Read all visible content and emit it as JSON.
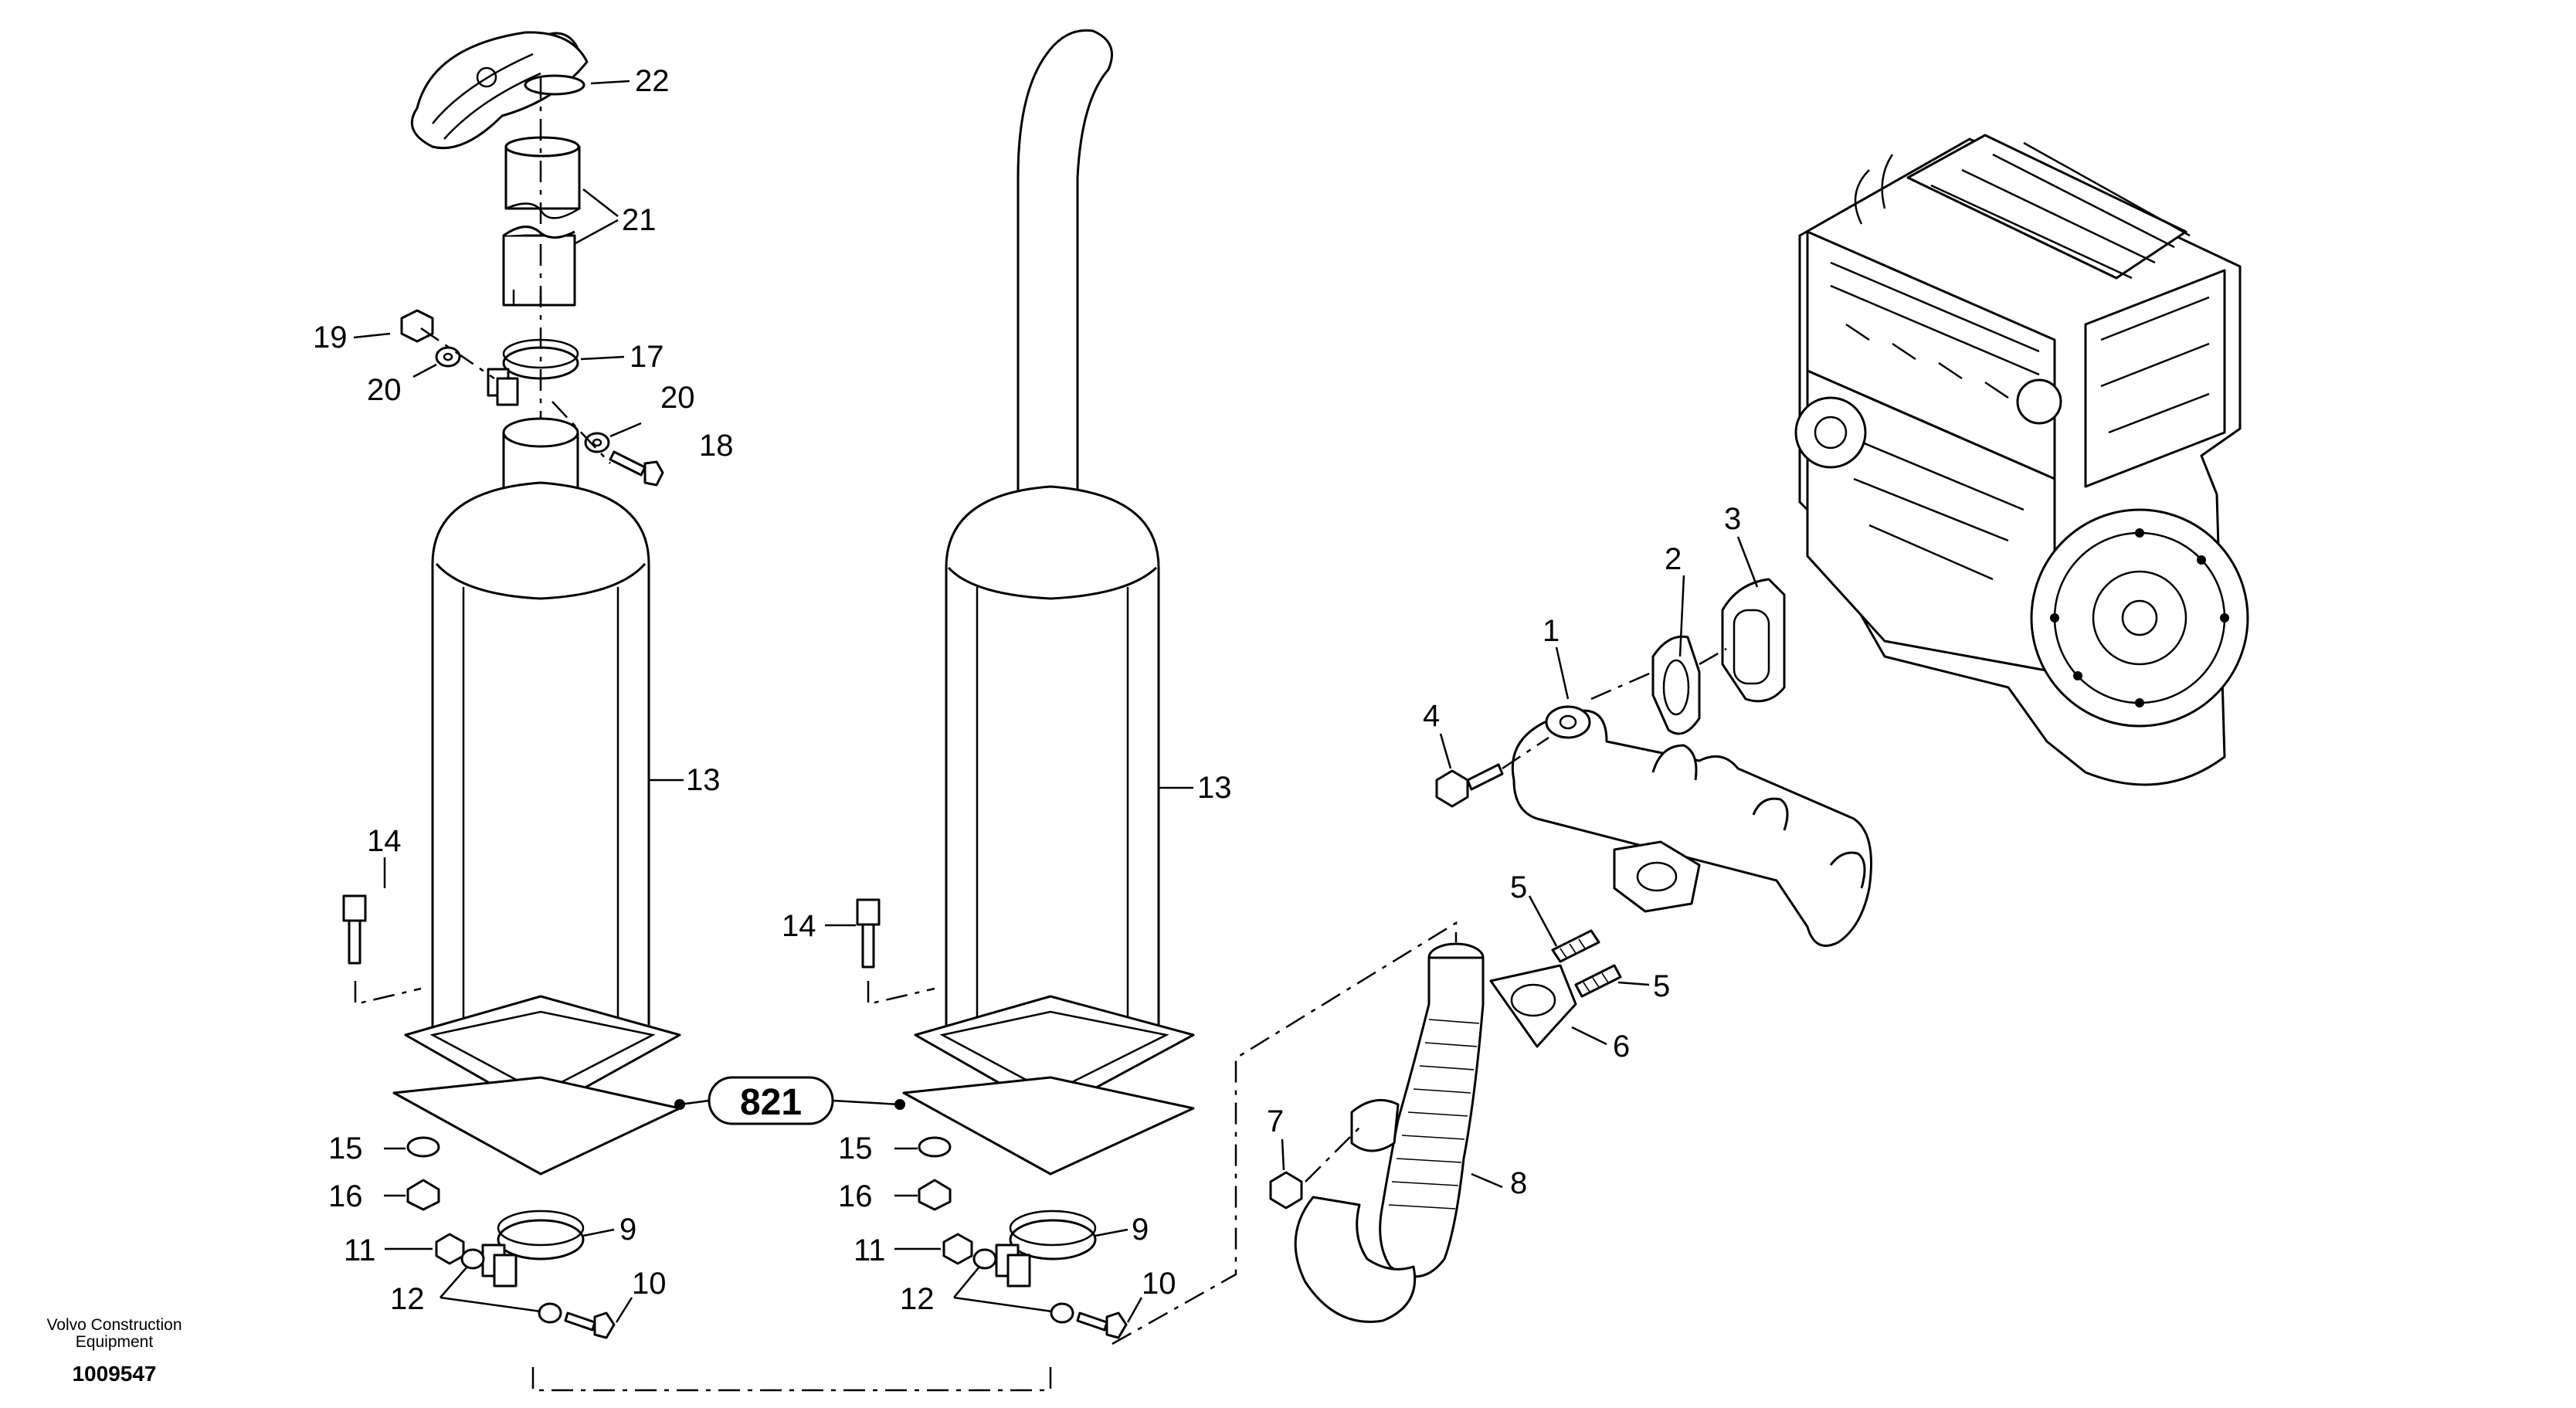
{
  "callouts": {
    "c1": "1",
    "c2": "2",
    "c3": "3",
    "c4": "4",
    "c5a": "5",
    "c5b": "5",
    "c6": "6",
    "c7": "7",
    "c8": "8",
    "c9a": "9",
    "c9b": "9",
    "c10a": "10",
    "c10b": "10",
    "c11a": "11",
    "c11b": "11",
    "c12a": "12",
    "c12b": "12",
    "c13a": "13",
    "c13b": "13",
    "c14a": "14",
    "c14b": "14",
    "c15a": "15",
    "c15b": "15",
    "c16a": "16",
    "c16b": "16",
    "c17": "17",
    "c18": "18",
    "c19": "19",
    "c20a": "20",
    "c20b": "20",
    "c21": "21",
    "c22": "22"
  },
  "reference_box": {
    "label": "821"
  },
  "footer": {
    "brand_line1": "Volvo Construction",
    "brand_line2": "Equipment",
    "document_number": "1009547"
  }
}
